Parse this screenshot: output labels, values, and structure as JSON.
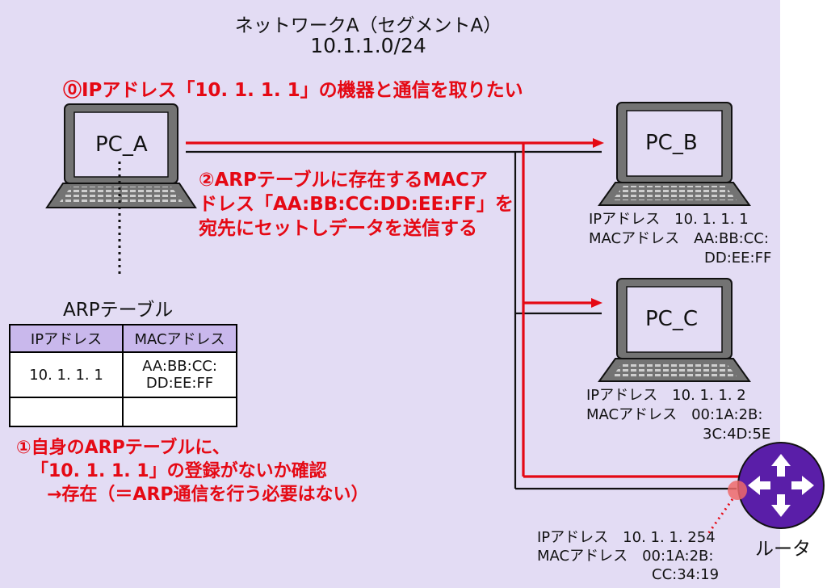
{
  "segment": {
    "title": "ネットワークA（セグメントA）",
    "subnet": "10.1.1.0/24",
    "background": "#e3dcf4"
  },
  "steps": {
    "step0": "⓪IPアドレス「10. 1. 1. 1」の機器と通信を取りたい",
    "step1": [
      "①自身のARPテーブルに、",
      "「10. 1. 1. 1」の登録がないか確認",
      "→存在（＝ARP通信を行う必要はない）"
    ],
    "step2": [
      "②ARPテーブルに存在するMACア",
      "ドレス「AA:BB:CC:DD:EE:FF」を",
      "宛先にセットしデータを送信する"
    ],
    "color": "#e50914"
  },
  "hosts": {
    "pc_a": {
      "name": "PC_A"
    },
    "pc_b": {
      "name": "PC_B",
      "ip_line": "IPアドレス　10. 1. 1. 1",
      "mac_line1": "MACアドレス　AA:BB:CC:",
      "mac_line2": "DD:EE:FF"
    },
    "pc_c": {
      "name": "PC_C",
      "ip_line": "IPアドレス　10. 1. 1. 2",
      "mac_line1": "MACアドレス　00:1A:2B:",
      "mac_line2": "3C:4D:5E"
    },
    "router": {
      "name": "ルータ",
      "ip_line": "IPアドレス　10. 1. 1. 254",
      "mac_line1": "MACアドレス　00:1A:2B:",
      "mac_line2": "CC:34:19",
      "color": "#5a1ea8"
    }
  },
  "arp_table": {
    "title": "ARPテーブル",
    "headers": [
      "IPアドレス",
      "MACアドレス"
    ],
    "rows": [
      {
        "ip": "10. 1. 1. 1",
        "mac_line1": "AA:BB:CC:",
        "mac_line2": "DD:EE:FF"
      },
      {
        "ip": "",
        "mac_line1": "",
        "mac_line2": ""
      }
    ],
    "header_color": "#c9b8ec"
  }
}
